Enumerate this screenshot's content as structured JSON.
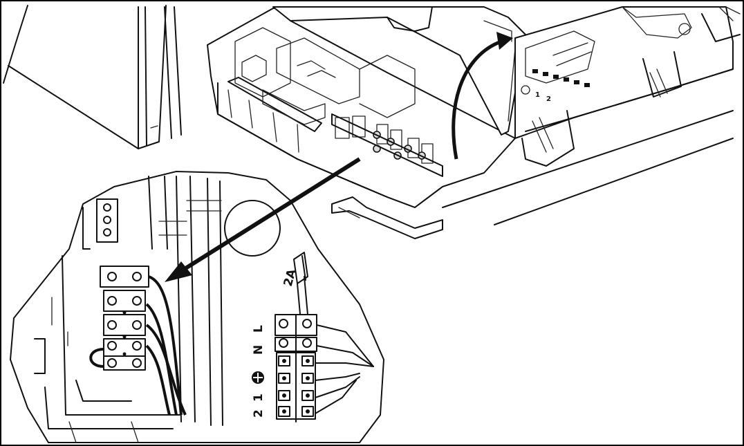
{
  "terminal_labels": {
    "fuse_rating": "2A",
    "live": "L",
    "neutral": "N",
    "terminal_1": "1",
    "terminal_2": "2",
    "top_small_1": "1",
    "top_small_2": "2"
  },
  "icons": {
    "earth": "earth-ground-icon",
    "fuse": "fuse-icon",
    "arrow": "arrow-icon"
  },
  "colors": {
    "line": "#111111",
    "background": "#ffffff",
    "frame": "#000000"
  }
}
